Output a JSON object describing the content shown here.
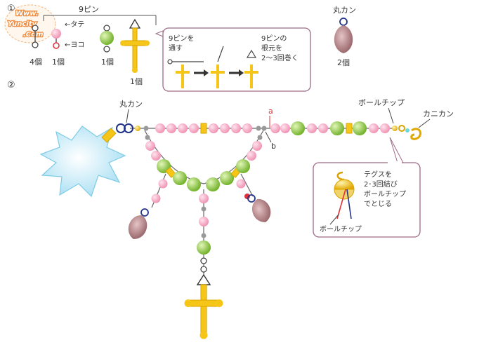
{
  "watermark": {
    "line1": "Www.",
    "line2": "Yuncity",
    "line3": ".Com"
  },
  "step1": {
    "number": "①",
    "pin_label": "9ピン",
    "tate_label": "←タテ",
    "yoko_label": "←ヨコ",
    "counts": [
      "4個",
      "1個",
      "1個",
      "1個"
    ],
    "marukan_label": "丸カン",
    "marukan_count": "2個",
    "callout": {
      "text1_line1": "9ピンを",
      "text1_line2": "通す",
      "text2_line1": "9ピンの",
      "text2_line2": "根元を",
      "text2_line3": "2～3回巻く"
    }
  },
  "step2": {
    "number": "②",
    "marukan_label": "丸カン",
    "ballchip_label": "ボールチップ",
    "kanikan_label": "カニカン",
    "point_a": "a",
    "point_b": "b",
    "callout": {
      "line1": "テグスを",
      "line2": "2･3回結び",
      "line3": "ボールチップ",
      "line4": "でとじる",
      "ballchip_label": "ボールチップ"
    }
  },
  "colors": {
    "pink_bead": "#f4a6c0",
    "green_bead": "#8cc63f",
    "gold": "#f5c518",
    "tassel": "#bfe8f6",
    "charm": "#b0787c",
    "callout_border": "#9e6b86",
    "accent_red": "#e0303a"
  }
}
